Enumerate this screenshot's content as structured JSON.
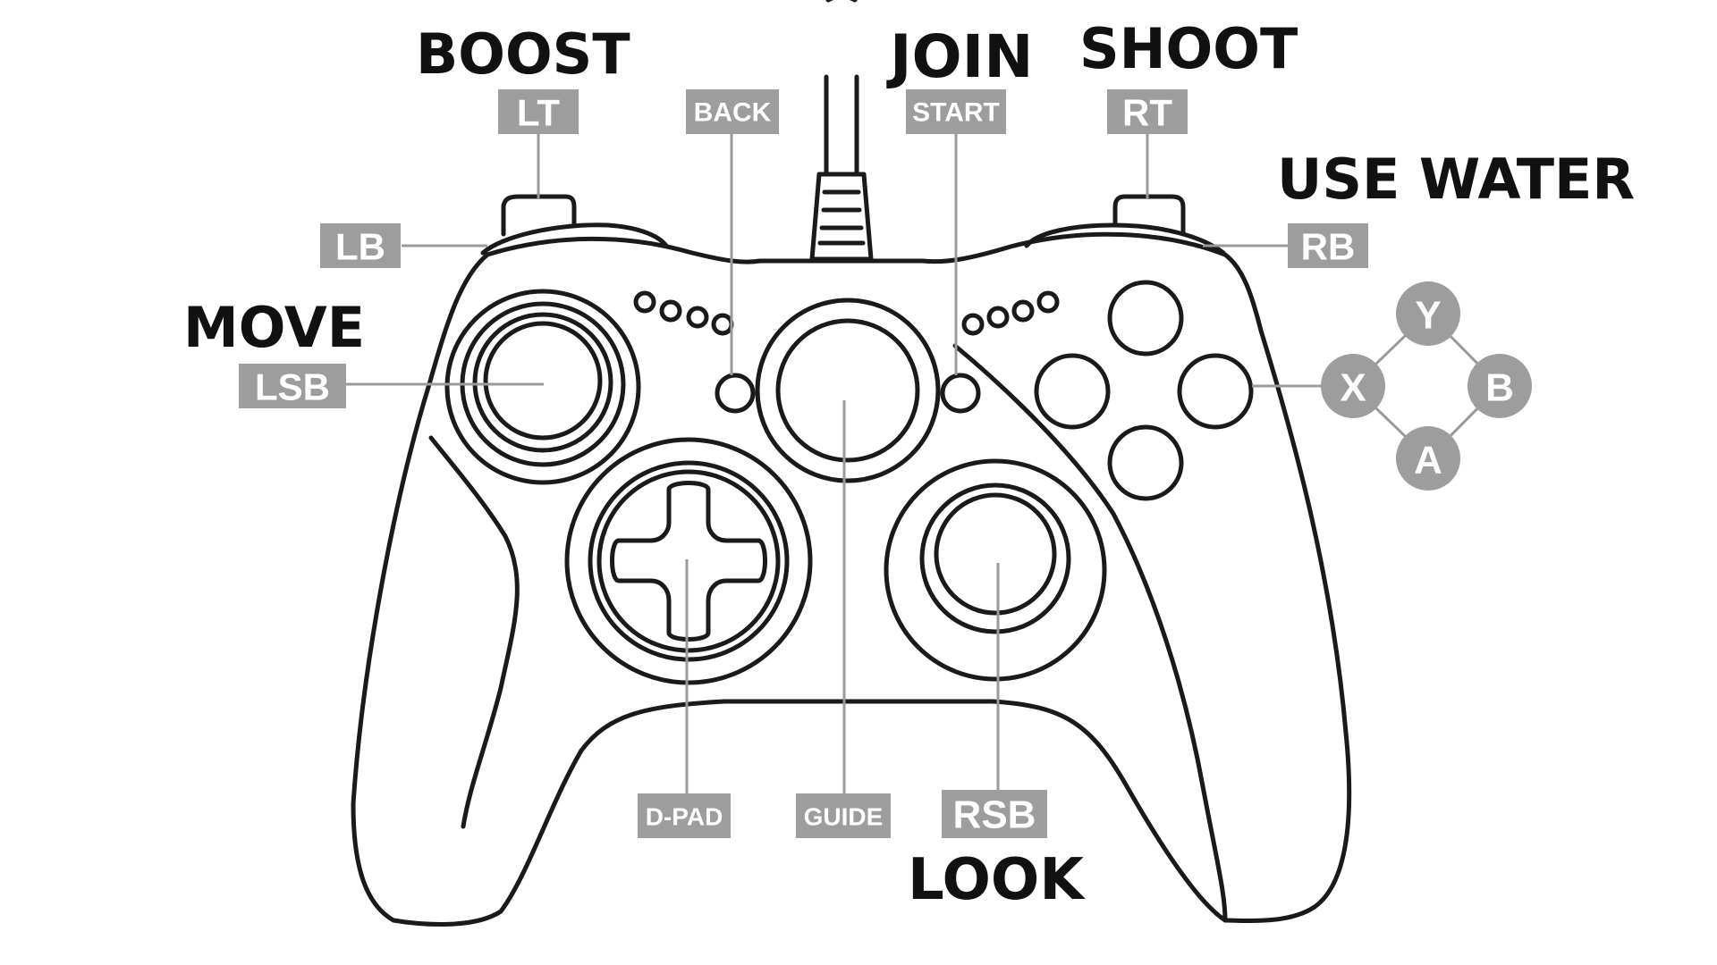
{
  "actions": {
    "boost": "BOOST",
    "join": "JOIN",
    "shoot": "SHOOT",
    "use_water": "USE WATER",
    "move": "MOVE",
    "look": "LOOK"
  },
  "tags": {
    "lt": "LT",
    "lb": "LB",
    "back": "BACK",
    "start": "START",
    "rt": "RT",
    "rb": "RB",
    "lsb": "LSB",
    "dpad": "D-PAD",
    "guide": "GUIDE",
    "rsb": "RSB"
  },
  "face_buttons": {
    "y": "Y",
    "x": "X",
    "b": "B",
    "a": "A"
  },
  "colors": {
    "outline": "#1a1a1a",
    "tag": "#9d9d9d",
    "tag_text": "#ffffff",
    "action_text": "#111111"
  }
}
